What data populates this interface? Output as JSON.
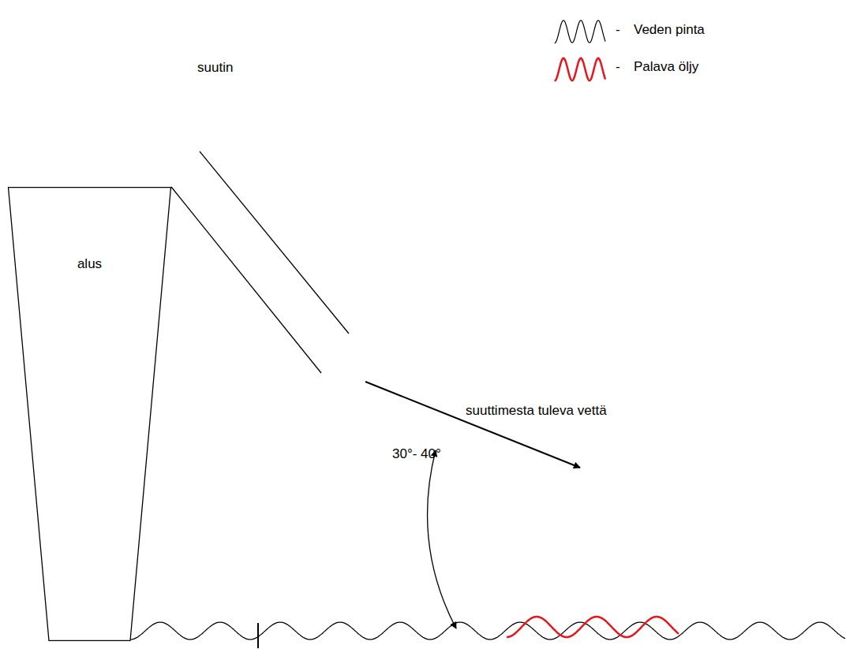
{
  "diagram": {
    "nodes": [
      {
        "text": [
          "alus"
        ]
      }
    ],
    "labels": [
      "suutin",
      "suuttimesta tuleva vettä",
      "30°- 40°",
      "-",
      "-"
    ],
    "legend": [
      {
        "text": "Veden pinta"
      },
      {
        "text": "Palava öljy"
      }
    ]
  }
}
